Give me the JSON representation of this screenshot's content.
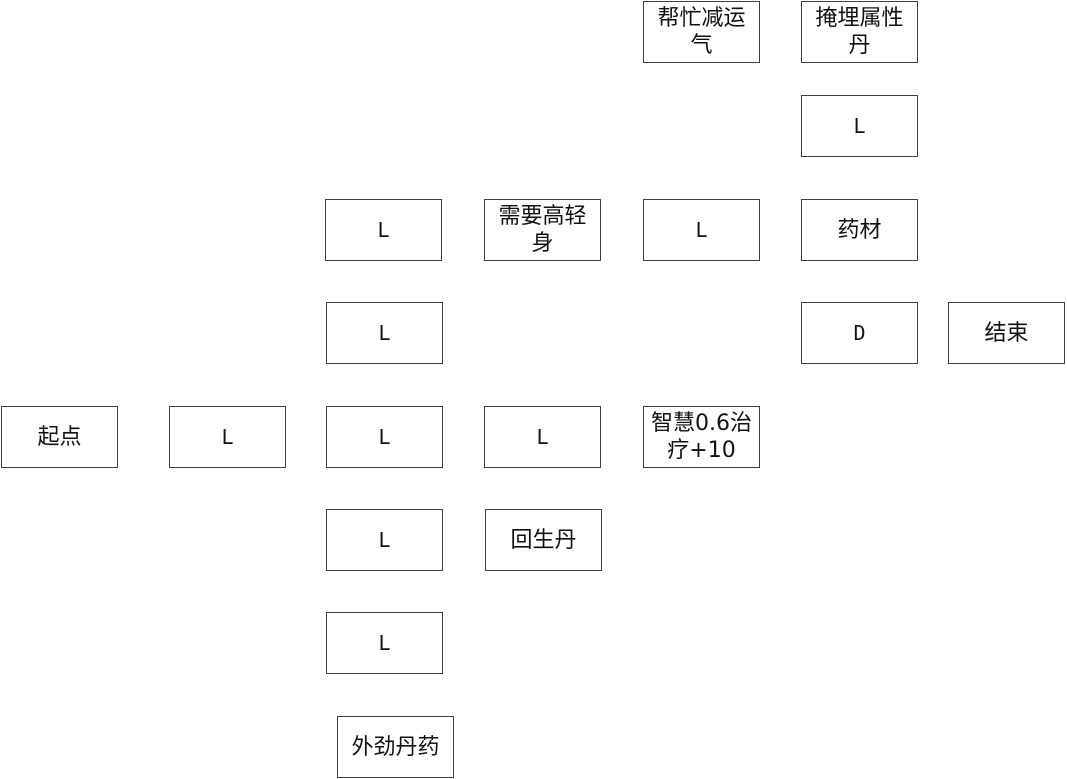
{
  "nodes": {
    "start": "起点",
    "r5c1": "L",
    "r5c2": "L",
    "r5c3": "L",
    "r5c4": "智慧0.6治疗+10",
    "r4c2": "L",
    "r3c2": "L",
    "r3c3": "需要高轻身",
    "r3c4": "L",
    "r1c4": "帮忙减运气",
    "r1c5": "掩埋属性丹",
    "r2c5": "L",
    "r3c5": "药材",
    "r4c5": "D",
    "end": "结束",
    "r6c2": "L",
    "r6c3": "回生丹",
    "r7c2": "L",
    "r8c2": "外劲丹药"
  }
}
